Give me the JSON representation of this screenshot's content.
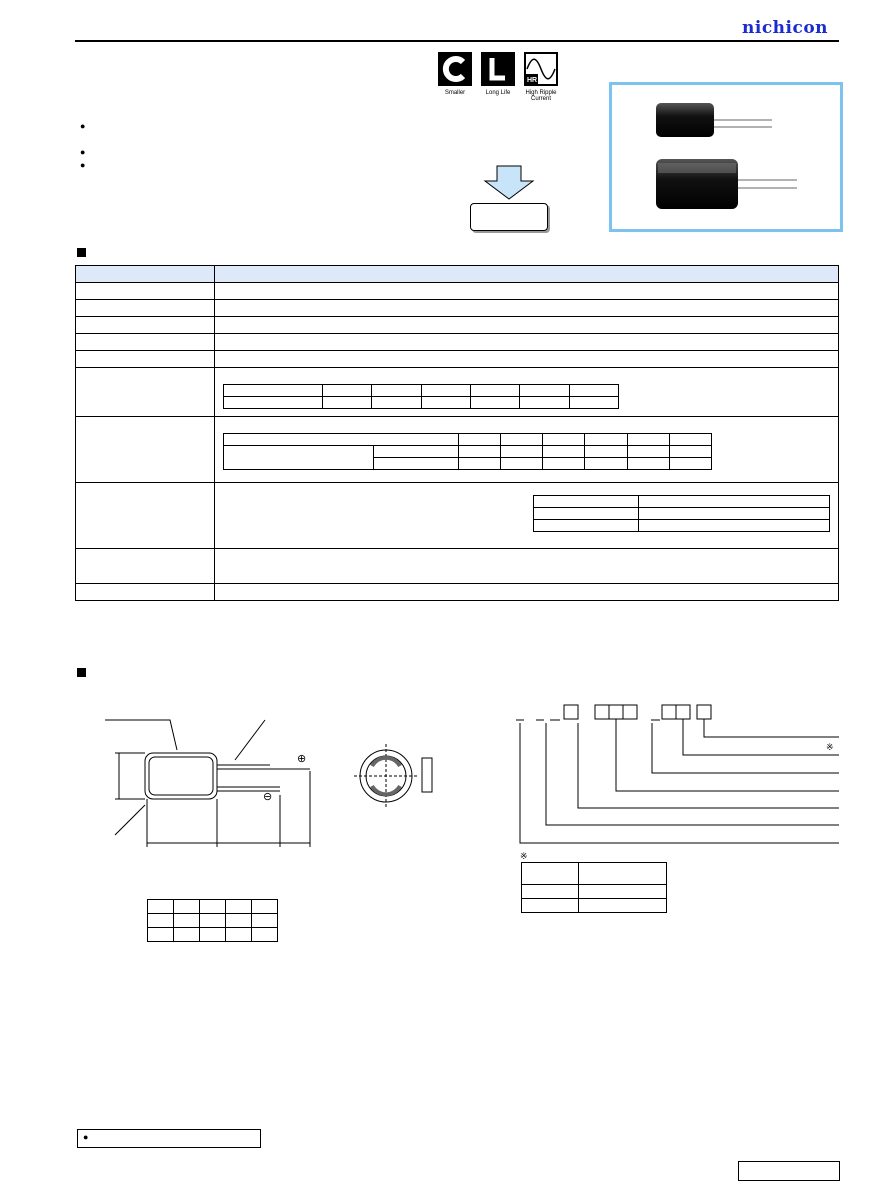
{
  "brand": {
    "logo_text": "nichicon"
  },
  "badges": [
    {
      "icon": "c-smaller-icon",
      "label": "Smaller"
    },
    {
      "icon": "l-long-life-icon",
      "label": "Long Life"
    },
    {
      "icon": "hr-wave-icon",
      "label": "High Ripple Current"
    }
  ],
  "colors": {
    "accent": "#1a2bd0",
    "photo_border": "#7cc3f0",
    "header_fill": "#dde8f8"
  },
  "symbols": {
    "plus": "⊕",
    "minus": "⊖",
    "note_mark": "※",
    "bullet": "●"
  },
  "icons": [
    "square-bullet-icon",
    "down-arrow-icon",
    "capacitor-photo",
    "capacitor-outline-drawing",
    "terminal-end-view-drawing",
    "part-number-diagram"
  ]
}
